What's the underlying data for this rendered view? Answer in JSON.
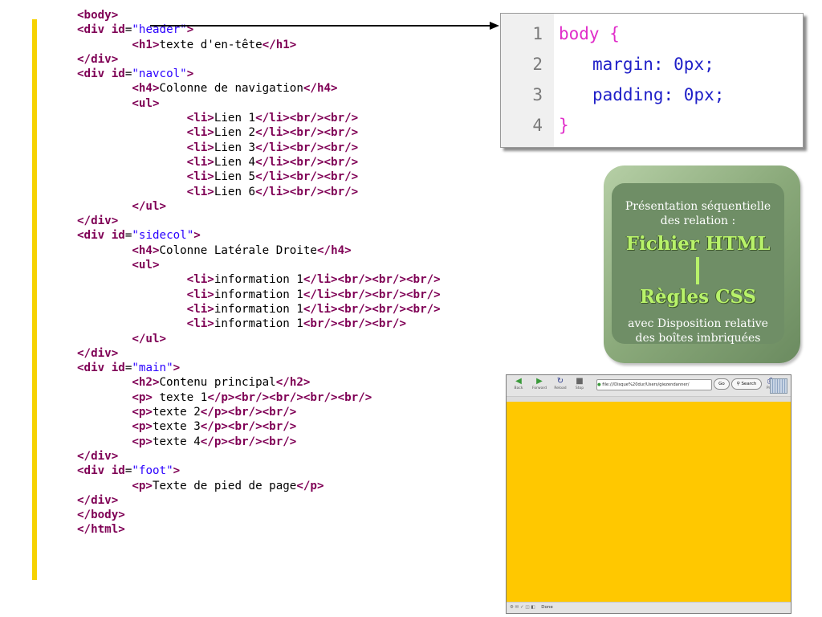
{
  "html_code": {
    "lines": [
      [
        [
          "tag",
          "<body>"
        ]
      ],
      [
        [
          "tag",
          "<div "
        ],
        [
          "kw",
          "id"
        ],
        [
          "plain",
          "="
        ],
        [
          "str",
          "\"header\""
        ],
        [
          "tag",
          ">"
        ]
      ],
      [
        [
          "plain",
          "        "
        ],
        [
          "tag",
          "<h1>"
        ],
        [
          "plain",
          "texte d'en-tête"
        ],
        [
          "tag",
          "</h1>"
        ]
      ],
      [
        [
          "tag",
          "</div>"
        ]
      ],
      [
        [
          "tag",
          "<div "
        ],
        [
          "kw",
          "id"
        ],
        [
          "plain",
          "="
        ],
        [
          "str",
          "\"navcol\""
        ],
        [
          "tag",
          ">"
        ]
      ],
      [
        [
          "plain",
          "        "
        ],
        [
          "tag",
          "<h4>"
        ],
        [
          "plain",
          "Colonne de navigation"
        ],
        [
          "tag",
          "</h4>"
        ]
      ],
      [
        [
          "plain",
          "        "
        ],
        [
          "tag",
          "<ul>"
        ]
      ],
      [
        [
          "plain",
          "                "
        ],
        [
          "tag",
          "<li>"
        ],
        [
          "plain",
          "Lien 1"
        ],
        [
          "tag",
          "</li><br/><br/>"
        ]
      ],
      [
        [
          "plain",
          "                "
        ],
        [
          "tag",
          "<li>"
        ],
        [
          "plain",
          "Lien 2"
        ],
        [
          "tag",
          "</li><br/><br/>"
        ]
      ],
      [
        [
          "plain",
          "                "
        ],
        [
          "tag",
          "<li>"
        ],
        [
          "plain",
          "Lien 3"
        ],
        [
          "tag",
          "</li><br/><br/>"
        ]
      ],
      [
        [
          "plain",
          "                "
        ],
        [
          "tag",
          "<li>"
        ],
        [
          "plain",
          "Lien 4"
        ],
        [
          "tag",
          "</li><br/><br/>"
        ]
      ],
      [
        [
          "plain",
          "                "
        ],
        [
          "tag",
          "<li>"
        ],
        [
          "plain",
          "Lien 5"
        ],
        [
          "tag",
          "</li><br/><br/>"
        ]
      ],
      [
        [
          "plain",
          "                "
        ],
        [
          "tag",
          "<li>"
        ],
        [
          "plain",
          "Lien 6"
        ],
        [
          "tag",
          "</li><br/><br/>"
        ]
      ],
      [
        [
          "plain",
          "        "
        ],
        [
          "tag",
          "</ul>"
        ]
      ],
      [
        [
          "tag",
          "</div>"
        ]
      ],
      [
        [
          "tag",
          "<div "
        ],
        [
          "kw",
          "id"
        ],
        [
          "plain",
          "="
        ],
        [
          "str",
          "\"sidecol\""
        ],
        [
          "tag",
          ">"
        ]
      ],
      [
        [
          "plain",
          "        "
        ],
        [
          "tag",
          "<h4>"
        ],
        [
          "plain",
          "Colonne Latérale Droite"
        ],
        [
          "tag",
          "</h4>"
        ]
      ],
      [
        [
          "plain",
          "        "
        ],
        [
          "tag",
          "<ul>"
        ]
      ],
      [
        [
          "plain",
          "                "
        ],
        [
          "tag",
          "<li>"
        ],
        [
          "plain",
          "information 1"
        ],
        [
          "tag",
          "</li><br/><br/><br/>"
        ]
      ],
      [
        [
          "plain",
          "                "
        ],
        [
          "tag",
          "<li>"
        ],
        [
          "plain",
          "information 1"
        ],
        [
          "tag",
          "</li><br/><br/><br/>"
        ]
      ],
      [
        [
          "plain",
          "                "
        ],
        [
          "tag",
          "<li>"
        ],
        [
          "plain",
          "information 1"
        ],
        [
          "tag",
          "</li><br/><br/><br/>"
        ]
      ],
      [
        [
          "plain",
          "                "
        ],
        [
          "tag",
          "<li>"
        ],
        [
          "plain",
          "information 1"
        ],
        [
          "tag",
          "<br/><br/><br/>"
        ]
      ],
      [
        [
          "plain",
          "        "
        ],
        [
          "tag",
          "</ul>"
        ]
      ],
      [
        [
          "tag",
          "</div>"
        ]
      ],
      [
        [
          "tag",
          "<div "
        ],
        [
          "kw",
          "id"
        ],
        [
          "plain",
          "="
        ],
        [
          "str",
          "\"main\""
        ],
        [
          "tag",
          ">"
        ]
      ],
      [
        [
          "plain",
          "        "
        ],
        [
          "tag",
          "<h2>"
        ],
        [
          "plain",
          "Contenu principal"
        ],
        [
          "tag",
          "</h2>"
        ]
      ],
      [
        [
          "plain",
          "        "
        ],
        [
          "tag",
          "<p>"
        ],
        [
          "plain",
          " texte 1"
        ],
        [
          "tag",
          "</p><br/><br/><br/><br/>"
        ]
      ],
      [
        [
          "plain",
          "        "
        ],
        [
          "tag",
          "<p>"
        ],
        [
          "plain",
          "texte 2"
        ],
        [
          "tag",
          "</p><br/><br/>"
        ]
      ],
      [
        [
          "plain",
          "        "
        ],
        [
          "tag",
          "<p>"
        ],
        [
          "plain",
          "texte 3"
        ],
        [
          "tag",
          "</p><br/><br/>"
        ]
      ],
      [
        [
          "plain",
          "        "
        ],
        [
          "tag",
          "<p>"
        ],
        [
          "plain",
          "texte 4"
        ],
        [
          "tag",
          "</p><br/><br/>"
        ]
      ],
      [
        [
          "tag",
          "</div>"
        ]
      ],
      [
        [
          "tag",
          "<div "
        ],
        [
          "kw",
          "id"
        ],
        [
          "plain",
          "="
        ],
        [
          "str",
          "\"foot\""
        ],
        [
          "tag",
          ">"
        ]
      ],
      [
        [
          "plain",
          "        "
        ],
        [
          "tag",
          "<p>"
        ],
        [
          "plain",
          "Texte de pied de page"
        ],
        [
          "tag",
          "</p>"
        ]
      ],
      [
        [
          "tag",
          "</div>"
        ]
      ],
      [
        [
          "tag",
          "</body>"
        ]
      ],
      [
        [
          "tag",
          "</html>"
        ]
      ]
    ]
  },
  "css_panel": {
    "line_numbers": [
      "1",
      "2",
      "3",
      "4"
    ],
    "selector": "body {",
    "prop1": "margin:",
    "val1": " 0px;",
    "prop2": "padding:",
    "val2": " 0px;",
    "closing": "}"
  },
  "note": {
    "line1": "Présentation séquentielle",
    "line2": "des relation :",
    "big1": "Fichier HTML",
    "big2": "Règles CSS",
    "line3": "avec Disposition relative",
    "line4": "des boîtes imbriquées"
  },
  "browser": {
    "back": "Back",
    "forward": "Forward",
    "reload": "Reload",
    "stop": "Stop",
    "address": "file:///Disque%20dur/Users/giezendanner/",
    "go": "Go",
    "search": "Search",
    "print": "Print",
    "status": "Done",
    "viewport_color": "#ffc800"
  },
  "colors": {
    "accent_bar": "#f6d200",
    "tag": "#7f0055",
    "string": "#2a00ff",
    "css_selector": "#e02cc9",
    "css_property": "#2020c8",
    "note_face": "#6f8e66",
    "note_highlight": "#b8f26a"
  }
}
